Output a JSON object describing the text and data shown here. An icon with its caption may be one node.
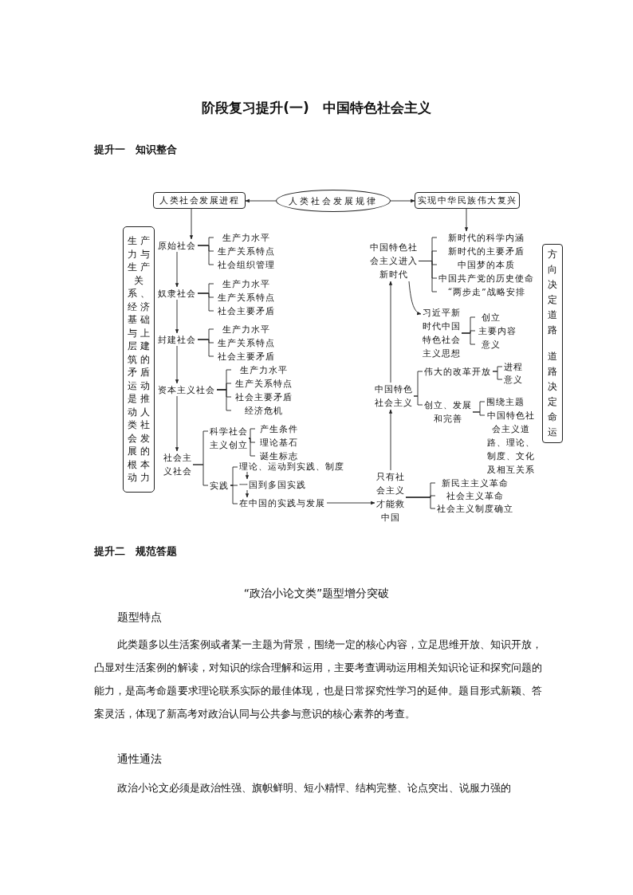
{
  "diagram": {
    "title": "阶段复习提升(一)　中国特色社会主义",
    "nodes": [
      {
        "text": [
          "人类社会发展进程"
        ]
      },
      {
        "text": [
          "人类社会发展规律"
        ]
      },
      {
        "text": [
          "实现中华民族伟大复兴"
        ]
      },
      {
        "text": [
          "生产力与生产关系、经济基础与上层建筑的矛盾运动是推动人类社会发展的根本动力"
        ]
      },
      {
        "text": [
          "原始社会"
        ]
      },
      {
        "text": [
          "生产力水平"
        ]
      },
      {
        "text": [
          "生产关系特点"
        ]
      },
      {
        "text": [
          "社会组织管理"
        ]
      },
      {
        "text": [
          "奴隶社会"
        ]
      },
      {
        "text": [
          "生产力水平"
        ]
      },
      {
        "text": [
          "生产关系特点"
        ]
      },
      {
        "text": [
          "社会主要矛盾"
        ]
      },
      {
        "text": [
          "封建社会"
        ]
      },
      {
        "text": [
          "生产力水平"
        ]
      },
      {
        "text": [
          "生产关系特点"
        ]
      },
      {
        "text": [
          "社会主要矛盾"
        ]
      },
      {
        "text": [
          "资本主义社会"
        ]
      },
      {
        "text": [
          "生产力水平"
        ]
      },
      {
        "text": [
          "生产关系特点"
        ]
      },
      {
        "text": [
          "社会主要矛盾"
        ]
      },
      {
        "text": [
          "经济危机"
        ]
      },
      {
        "text": [
          "社会主义社会"
        ]
      },
      {
        "text": [
          "科学社会主义创立"
        ]
      },
      {
        "text": [
          "产生条件"
        ]
      },
      {
        "text": [
          "理论基石"
        ]
      },
      {
        "text": [
          "诞生标志"
        ]
      },
      {
        "text": [
          "实践"
        ]
      },
      {
        "text": [
          "理论、运动到实践、制度"
        ]
      },
      {
        "text": [
          "一国到多国实践"
        ]
      },
      {
        "text": [
          "在中国的实践与发展"
        ]
      },
      {
        "text": [
          "只有社会主义才能救中国"
        ]
      },
      {
        "text": [
          "新民主主义革命"
        ]
      },
      {
        "text": [
          "社会主义革命"
        ]
      },
      {
        "text": [
          "社会主义制度确立"
        ]
      },
      {
        "text": [
          "中国特色社会主义"
        ]
      },
      {
        "text": [
          "伟大的改革开放"
        ]
      },
      {
        "text": [
          "进程"
        ]
      },
      {
        "text": [
          "意义"
        ]
      },
      {
        "text": [
          "创立、发展和完善"
        ]
      },
      {
        "text": [
          "围绕主题"
        ]
      },
      {
        "text": [
          "中国特色社会主义道路、理论、制度、文化及相互关系"
        ]
      },
      {
        "text": [
          "中国特色社会主义进入新时代"
        ]
      },
      {
        "text": [
          "新时代的科学内涵"
        ]
      },
      {
        "text": [
          "新时代的主要矛盾"
        ]
      },
      {
        "text": [
          "中国梦的本质"
        ]
      },
      {
        "text": [
          "中国共产党的历史使命"
        ]
      },
      {
        "text": [
          "“两步走”战略安排"
        ]
      },
      {
        "text": [
          "习近平新时代中国特色社会主义思想"
        ]
      },
      {
        "text": [
          "创立"
        ]
      },
      {
        "text": [
          "主要内容"
        ]
      },
      {
        "text": [
          "意义"
        ]
      },
      {
        "text": [
          "方向决定道路",
          "道路决定命运"
        ]
      }
    ],
    "edges": [
      {
        "from": 1,
        "to": 0,
        "arrow": "to"
      },
      {
        "from": 1,
        "to": 2,
        "arrow": "to"
      },
      {
        "from": 0,
        "to": 4,
        "arrow": "to"
      },
      {
        "from": 2,
        "to": 42,
        "arrow": "to"
      },
      {
        "from": 4,
        "to": 8,
        "arrow": "to"
      },
      {
        "from": 8,
        "to": 12,
        "arrow": "to"
      },
      {
        "from": 12,
        "to": 16,
        "arrow": "to"
      },
      {
        "from": 16,
        "to": 21,
        "arrow": "to"
      },
      {
        "from": 4,
        "to": 5,
        "arrow": "none"
      },
      {
        "from": 4,
        "to": 6,
        "arrow": "none"
      },
      {
        "from": 4,
        "to": 7,
        "arrow": "none"
      },
      {
        "from": 8,
        "to": 9,
        "arrow": "none"
      },
      {
        "from": 8,
        "to": 10,
        "arrow": "none"
      },
      {
        "from": 8,
        "to": 11,
        "arrow": "none"
      },
      {
        "from": 12,
        "to": 13,
        "arrow": "none"
      },
      {
        "from": 12,
        "to": 14,
        "arrow": "none"
      },
      {
        "from": 12,
        "to": 15,
        "arrow": "none"
      },
      {
        "from": 16,
        "to": 17,
        "arrow": "none"
      },
      {
        "from": 16,
        "to": 18,
        "arrow": "none"
      },
      {
        "from": 16,
        "to": 19,
        "arrow": "none"
      },
      {
        "from": 16,
        "to": 20,
        "arrow": "none"
      },
      {
        "from": 21,
        "to": 22,
        "arrow": "none"
      },
      {
        "from": 21,
        "to": 26,
        "arrow": "none"
      },
      {
        "from": 22,
        "to": 23,
        "arrow": "none"
      },
      {
        "from": 22,
        "to": 24,
        "arrow": "none"
      },
      {
        "from": 22,
        "to": 25,
        "arrow": "none"
      },
      {
        "from": 26,
        "to": 27,
        "arrow": "none"
      },
      {
        "from": 26,
        "to": 28,
        "arrow": "none"
      },
      {
        "from": 26,
        "to": 29,
        "arrow": "none"
      },
      {
        "from": 27,
        "to": 28,
        "arrow": "to"
      },
      {
        "from": 28,
        "to": 29,
        "arrow": "to"
      },
      {
        "from": 29,
        "to": 30,
        "arrow": "to"
      },
      {
        "from": 30,
        "to": 31,
        "arrow": "none"
      },
      {
        "from": 30,
        "to": 32,
        "arrow": "none"
      },
      {
        "from": 30,
        "to": 33,
        "arrow": "none"
      },
      {
        "from": 30,
        "to": 34,
        "arrow": "to"
      },
      {
        "from": 34,
        "to": 35,
        "arrow": "none"
      },
      {
        "from": 34,
        "to": 38,
        "arrow": "none"
      },
      {
        "from": 35,
        "to": 36,
        "arrow": "none"
      },
      {
        "from": 35,
        "to": 37,
        "arrow": "none"
      },
      {
        "from": 38,
        "to": 39,
        "arrow": "none"
      },
      {
        "from": 38,
        "to": 40,
        "arrow": "none"
      },
      {
        "from": 34,
        "to": 41,
        "arrow": "to"
      },
      {
        "from": 41,
        "to": 42,
        "arrow": "none"
      },
      {
        "from": 41,
        "to": 43,
        "arrow": "none"
      },
      {
        "from": 41,
        "to": 44,
        "arrow": "none"
      },
      {
        "from": 41,
        "to": 45,
        "arrow": "none"
      },
      {
        "from": 41,
        "to": 46,
        "arrow": "none"
      },
      {
        "from": 41,
        "to": 47,
        "arrow": "to"
      },
      {
        "from": 47,
        "to": 48,
        "arrow": "none"
      },
      {
        "from": 47,
        "to": 49,
        "arrow": "none"
      },
      {
        "from": 47,
        "to": 50,
        "arrow": "none"
      }
    ],
    "labels": [
      "提升一　知识整合",
      "提升二　规范答题",
      "“政治小论文类”题型增分突破",
      "题型特点",
      "此类题多以生活案例或者某一主题为背景，围绕一定的核心内容，立足思维开放、知识开放，凸显对生活案例的解读，对知识的综合理解和运用，主要考查调动运用相关知识论证和探究问题的能力，是高考命题要求理论联系实际的最佳体现，也是日常探究性学习的延伸。题目形式新颖、答案灵活，体现了新高考对政治认同与公共参与意识的核心素养的考查。",
      "通性通法",
      "政治小论文必须是政治性强、旗帜鲜明、短小精悍、结构完整、论点突出、说服力强的"
    ]
  }
}
